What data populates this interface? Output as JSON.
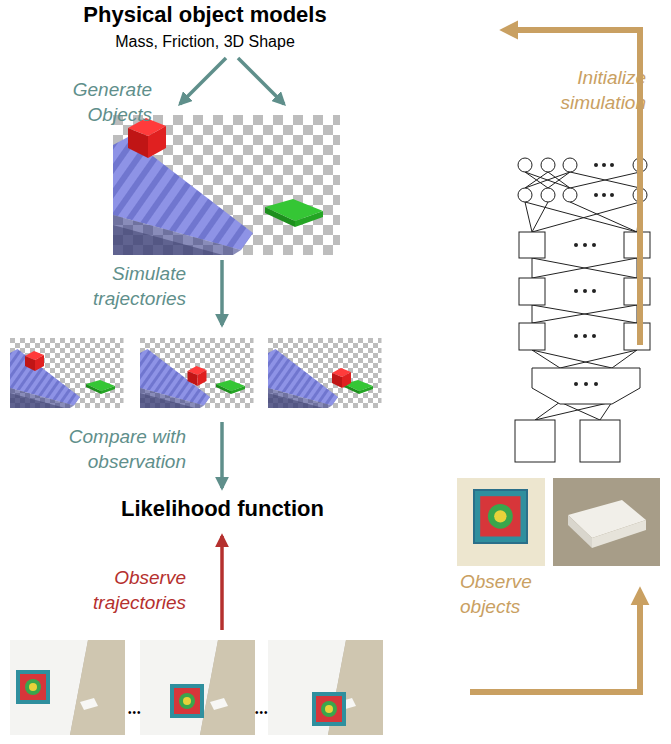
{
  "diagram": {
    "nodes": [
      {
        "text": [
          "Physical object models",
          "Mass, Friction, 3D Shape"
        ]
      },
      {
        "text": [
          "Likelihood function"
        ]
      }
    ],
    "labels": [
      "Generate Objects",
      "Simulate trajectories",
      "Compare with observation",
      "Observe trajectories",
      "Initialize simulation",
      "Observe objects",
      "•••",
      "•••"
    ]
  }
}
